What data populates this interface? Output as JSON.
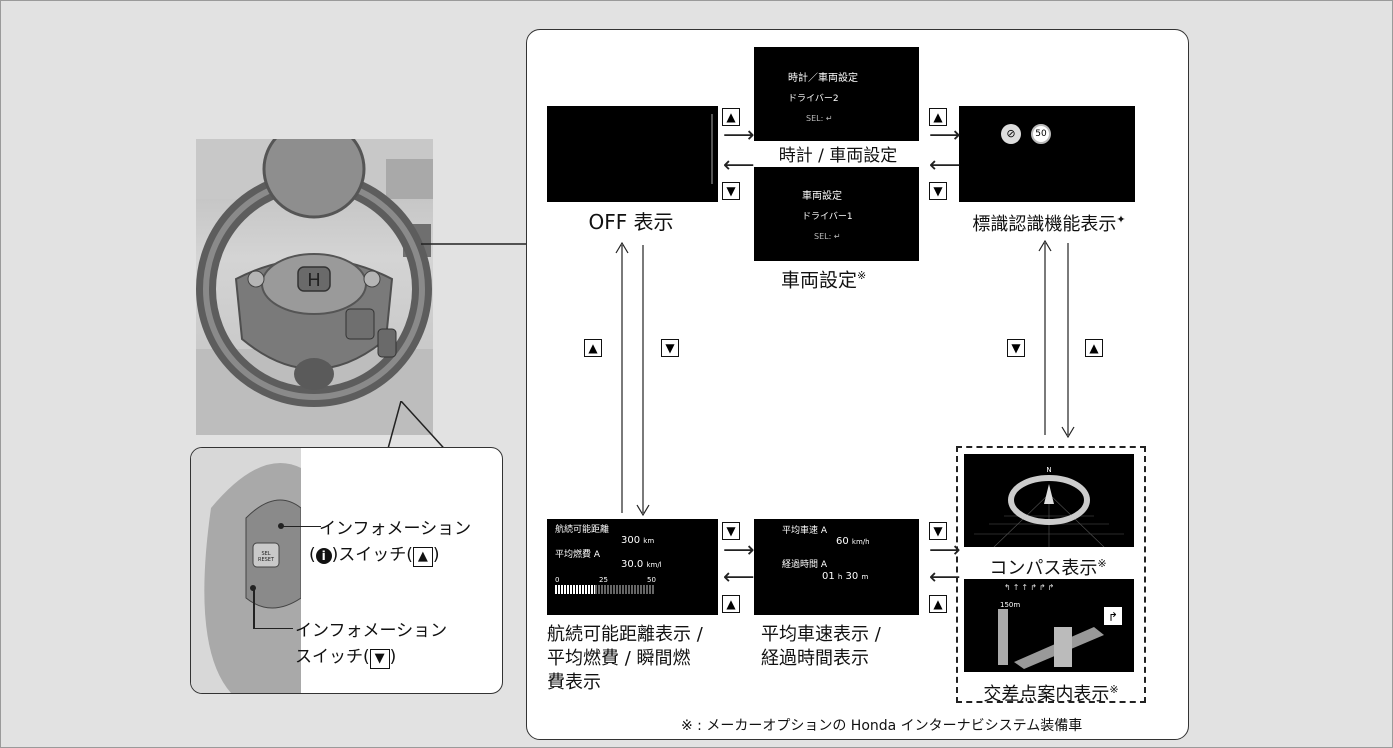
{
  "off": {
    "label": "OFF 表示"
  },
  "clock_setting": {
    "screen_title": "時計／車両設定",
    "screen_driver": "ドライバー2",
    "screen_sel": "SEL: ↵",
    "label": "時計 / 車両設定"
  },
  "vehicle_setting": {
    "screen_title": "車両設定",
    "screen_driver": "ドライバー1",
    "screen_sel": "SEL: ↵",
    "label": "車両設定",
    "mark": "※"
  },
  "sign": {
    "label": "標識認識機能表示",
    "mark": "✦",
    "speed": "50"
  },
  "compass": {
    "label": "コンパス表示",
    "mark": "※",
    "north": "N"
  },
  "intersection": {
    "label": "交差点案内表示",
    "mark": "※",
    "distance": "150m"
  },
  "range": {
    "title": "航続可能距離",
    "value": "300",
    "unit": "km",
    "fuel_title": "平均燃費 A",
    "fuel_value": "30.0",
    "fuel_unit": "km/l",
    "scale": [
      "0",
      "25",
      "50"
    ],
    "label_lines": [
      "航続可能距離表示 /",
      "平均燃費 / 瞬間燃",
      "費表示"
    ]
  },
  "avg_speed": {
    "title": "平均車速 A",
    "value": "60",
    "unit": "km/h",
    "elapsed_title": "経過時間 A",
    "hours": "01",
    "h": "h",
    "minutes": "30",
    "m": "m",
    "label_lines": [
      "平均車速表示 /",
      "経過時間表示"
    ]
  },
  "buttons": {
    "up": "▲",
    "down": "▼"
  },
  "arrows": {
    "right": "⟶",
    "left": "⟵"
  },
  "switch": {
    "info_line1": "インフォメーション",
    "info_line2_open": "(",
    "info_icon": "i",
    "info_line2_mid": ")スイッチ(",
    "info_line2_close": ")",
    "down_line1": "インフォメーション",
    "down_line2_open": "スイッチ(",
    "down_line2_close": ")",
    "sel_reset": "SEL RESET"
  },
  "footnote": "※ : メーカーオプションの Honda インターナビシステム装備車"
}
